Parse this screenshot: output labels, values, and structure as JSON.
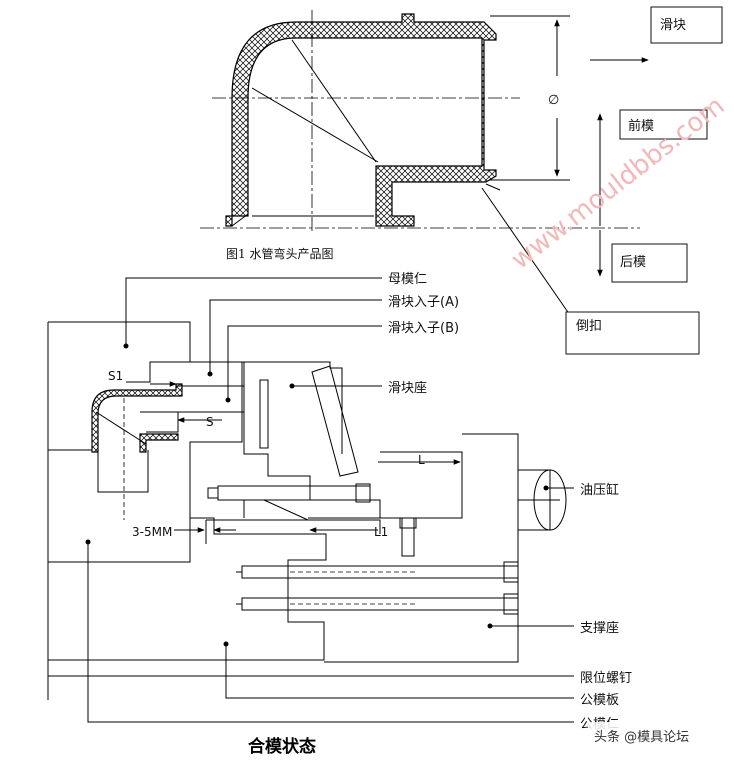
{
  "figure1": {
    "caption": "图1   水管弯头产品图",
    "labels": {
      "slider": "滑块",
      "front_mold": "前模",
      "back_mold": "后模",
      "undercut": "倒扣"
    },
    "diameter_symbol": "∅"
  },
  "figure2": {
    "title": "合模状态",
    "callouts": {
      "cavity_insert": "母模仁",
      "slider_insert_a": "滑块入子(A)",
      "slider_insert_b": "滑块入子(B)",
      "slider_seat": "滑块座",
      "hydraulic_cylinder": "油压缸",
      "support_seat": "支撑座",
      "stop_screw": "限位螺钉",
      "core_plate": "公模板",
      "core_insert": "公模仁"
    },
    "dimensions": {
      "s1": "S1",
      "s": "S",
      "l": "L",
      "l1": "L1",
      "gap": "3-5MM"
    }
  },
  "watermark": "www.mouldbbs.com",
  "footer": "头条 @模具论坛"
}
